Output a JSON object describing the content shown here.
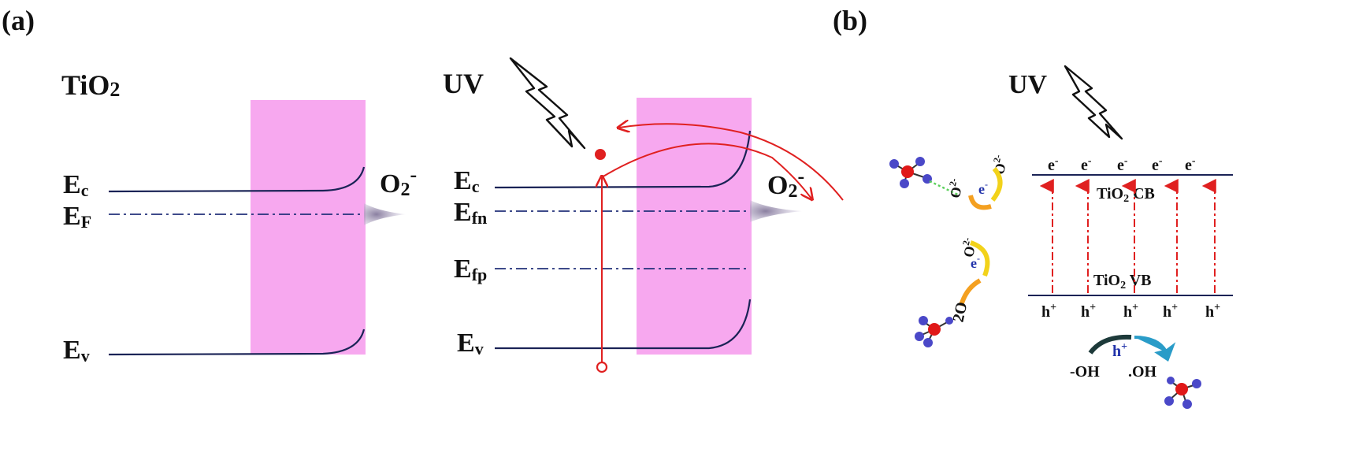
{
  "panel_a": {
    "label": "(a)",
    "left": {
      "material": "TiO",
      "material_sub": "2",
      "ec": "E",
      "ec_sub": "c",
      "ef": "E",
      "ef_sub": "F",
      "ev": "E",
      "ev_sub": "v",
      "adsorbate": "O",
      "adsorbate_sub": "2",
      "adsorbate_sup": "-"
    },
    "right": {
      "light": "UV",
      "ec": "E",
      "ec_sub": "c",
      "efn": "E",
      "efn_sub": "fn",
      "efp": "E",
      "efp_sub": "fp",
      "ev": "E",
      "ev_sub": "v",
      "adsorbate": "O",
      "adsorbate_sub": "2",
      "adsorbate_sup": "-"
    }
  },
  "panel_b": {
    "label": "(b)",
    "light": "UV",
    "electron": "e",
    "electron_sup": "-",
    "hole": "h",
    "hole_sup": "+",
    "cb_label": "TiO",
    "cb_sub": "2",
    "cb_suffix": " CB",
    "vb_label": "TiO",
    "vb_sub": "2",
    "vb_suffix": " VB",
    "superoxide_1": "O",
    "superoxide_1_sup": "2-",
    "superoxide_2": "O",
    "superoxide_2_sup": "2-",
    "superoxide_3": "O",
    "superoxide_3_sup": "2-",
    "two_o": "2O",
    "cycle_e": "e",
    "cycle_e_sup": "-",
    "cycle_h": "h",
    "cycle_h_sup": "+",
    "hydroxyl_ion": "-OH",
    "hydroxyl_radical": ".OH"
  },
  "colors": {
    "depletion_region": "#f7a8ef",
    "band_line": "#1a2356",
    "arrow_red": "#e02020",
    "molecule_center": "#e01818",
    "molecule_atom": "#4a48c8",
    "cycle_orange": "#f4a020",
    "cycle_yellow": "#f2d21a",
    "cycle_teal": "#2a9cc8"
  }
}
